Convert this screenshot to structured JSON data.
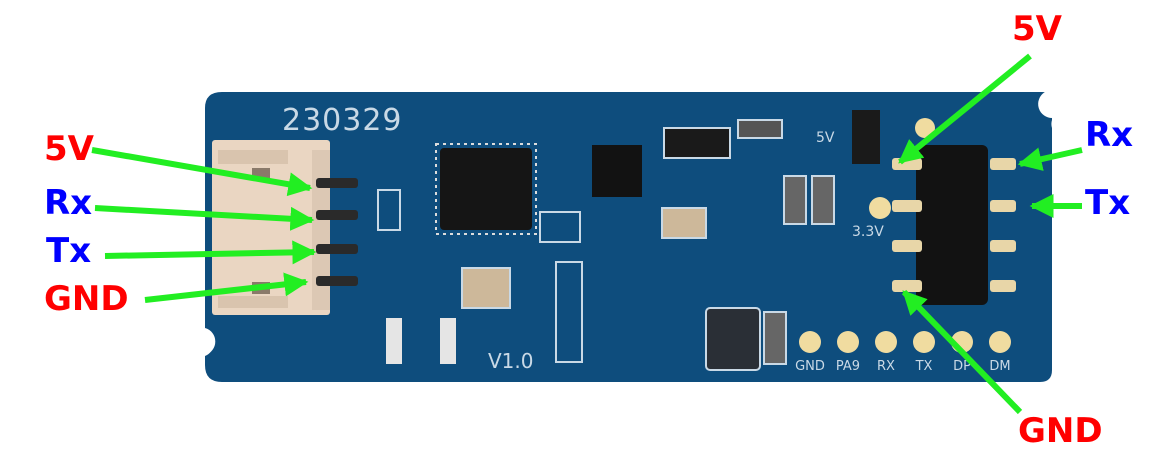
{
  "board": {
    "date_code": "230329",
    "version": "V1.0",
    "color": "#0e4d7d",
    "silk_labels": {
      "v5": "5V",
      "v33": "3.3V"
    },
    "bottom_pads": [
      "GND",
      "PA9",
      "RX",
      "TX",
      "DP",
      "DM"
    ]
  },
  "left_connector": {
    "labels": [
      {
        "text": "5V",
        "color": "#ff0000"
      },
      {
        "text": "Rx",
        "color": "#0000ff"
      },
      {
        "text": "Tx",
        "color": "#0000ff"
      },
      {
        "text": "GND",
        "color": "#ff0000"
      }
    ]
  },
  "right_header": {
    "top_label": {
      "text": "5V",
      "color": "#ff0000"
    },
    "rx_label": {
      "text": "Rx",
      "color": "#0000ff"
    },
    "tx_label": {
      "text": "Tx",
      "color": "#0000ff"
    },
    "bottom_label": {
      "text": "GND",
      "color": "#ff0000"
    }
  },
  "arrow_color": "#22ee22"
}
